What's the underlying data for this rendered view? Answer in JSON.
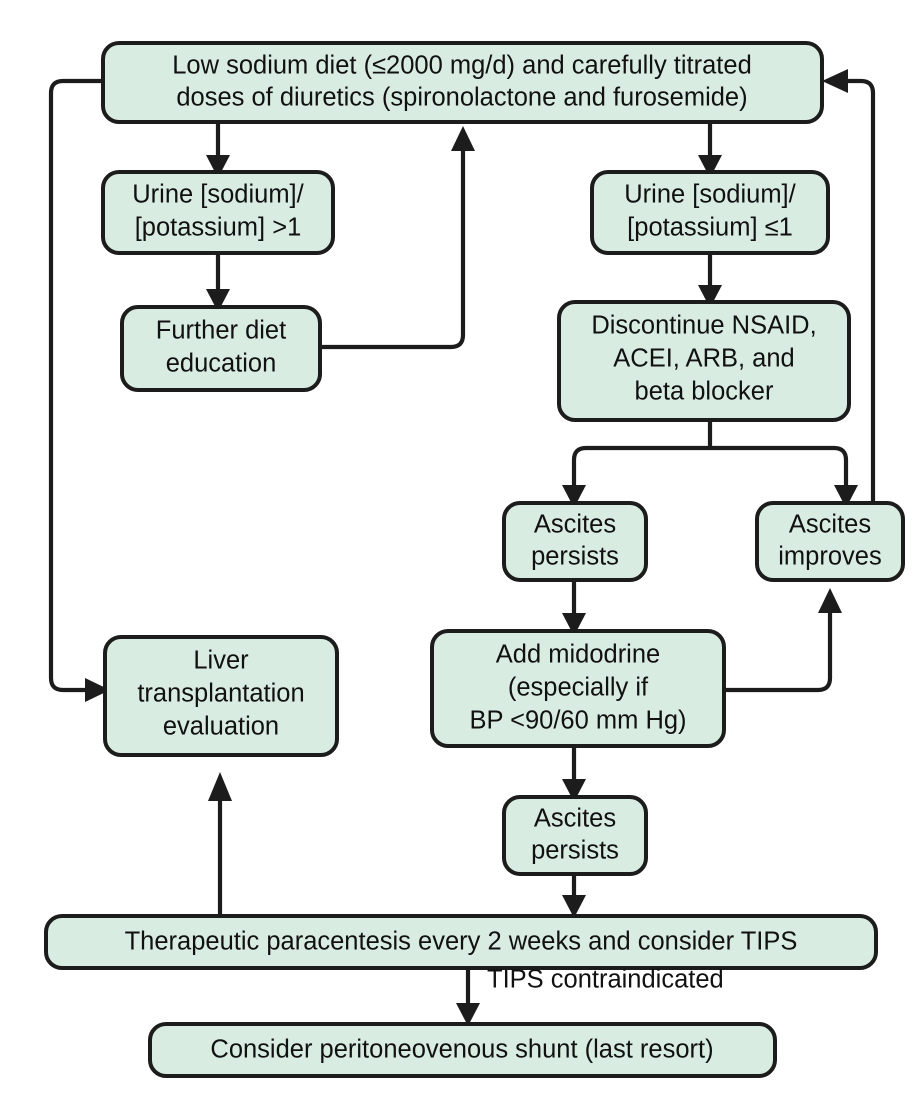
{
  "diagram": {
    "title": "Management of refractory ascites flowchart",
    "colors": {
      "node_fill": "#d9ece1",
      "node_stroke": "#1c1c1c",
      "edge_stroke": "#1c1c1c",
      "text": "#111111",
      "background": "#ffffff"
    },
    "nodes": [
      {
        "id": "low-sodium-diet",
        "name": "low-sodium-diet-node",
        "lines": [
          "Low sodium diet (≤2000 mg/d) and carefully titrated",
          "doses of diuretics (spironolactone and furosemide)"
        ]
      },
      {
        "id": "urine-ratio-high",
        "name": "urine-sodium-potassium-high-node",
        "lines": [
          "Urine [sodium]/",
          "[potassium] >1"
        ]
      },
      {
        "id": "urine-ratio-low",
        "name": "urine-sodium-potassium-low-node",
        "lines": [
          "Urine [sodium]/",
          "[potassium] ≤1"
        ]
      },
      {
        "id": "further-diet-education",
        "name": "further-diet-education-node",
        "lines": [
          "Further diet",
          "education"
        ]
      },
      {
        "id": "discontinue-meds",
        "name": "discontinue-medications-node",
        "lines": [
          "Discontinue NSAID,",
          "ACEI, ARB, and",
          "beta blocker"
        ]
      },
      {
        "id": "ascites-persists-1",
        "name": "ascites-persists-node-1",
        "lines": [
          "Ascites",
          "persists"
        ]
      },
      {
        "id": "ascites-improves",
        "name": "ascites-improves-node",
        "lines": [
          "Ascites",
          "improves"
        ]
      },
      {
        "id": "liver-transplantation",
        "name": "liver-transplantation-evaluation-node",
        "lines": [
          "Liver",
          "transplantation",
          "evaluation"
        ]
      },
      {
        "id": "add-midodrine",
        "name": "add-midodrine-node",
        "lines": [
          "Add midodrine",
          "(especially if",
          "BP <90/60 mm Hg)"
        ]
      },
      {
        "id": "ascites-persists-2",
        "name": "ascites-persists-node-2",
        "lines": [
          "Ascites",
          "persists"
        ]
      },
      {
        "id": "therapeutic-paracentesis",
        "name": "therapeutic-paracentesis-node",
        "lines": [
          "Therapeutic paracentesis every 2 weeks and consider TIPS"
        ]
      },
      {
        "id": "peritoneovenous-shunt",
        "name": "peritoneovenous-shunt-node",
        "lines": [
          "Consider peritoneovenous shunt (last resort)"
        ]
      }
    ],
    "edge_labels": [
      {
        "id": "tips-contraindicated",
        "name": "tips-contraindicated-label",
        "text": "TIPS contraindicated"
      }
    ]
  }
}
